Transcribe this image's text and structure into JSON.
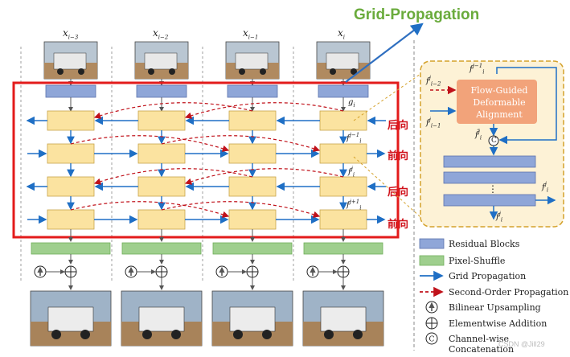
{
  "title": "Grid-Propagation",
  "frames": [
    {
      "label": "x",
      "sub": "i−3"
    },
    {
      "label": "x",
      "sub": "i−2"
    },
    {
      "label": "x",
      "sub": "i−1"
    },
    {
      "label": "x",
      "sub": "i"
    }
  ],
  "feature_labels": {
    "g": "g",
    "g_sub": "i",
    "f_top": "f",
    "f_top_sup": "j−1",
    "f_top_sub": "i",
    "f_mid": "f",
    "f_mid_sup": "j",
    "f_mid_sub": "i",
    "f_bot": "f",
    "f_bot_sup": "j+1",
    "f_bot_sub": "i"
  },
  "directions": [
    "后向",
    "前向",
    "后向",
    "前向"
  ],
  "detail": {
    "module_label": "Flow-Guided Deformable Alignment",
    "module_line1": "Flow-Guided",
    "module_line2": "Deformable",
    "module_line3": "Alignment",
    "in_top": "f",
    "in_top_sup": "j−1",
    "in_top_sub": "i",
    "in_a": "f",
    "in_a_sup": "j",
    "in_a_sub": "i−2",
    "in_b": "f",
    "in_b_sup": "j",
    "in_b_sub": "i−1",
    "hat": "f̂",
    "hat_sup": "j",
    "hat_sub": "i",
    "concat_symbol": "C",
    "dots": "⋮",
    "out_right": "f",
    "out_right_sup": "j",
    "out_right_sub": "i",
    "out_bottom": "f",
    "out_bottom_sup": "j",
    "out_bottom_sub": "i"
  },
  "legend": [
    {
      "label": "Residual Blocks",
      "icon": "blue-rectangle",
      "color": "#8fa6d8"
    },
    {
      "label": "Pixel-Shuffle",
      "icon": "green-rectangle",
      "color": "#9fcf8e"
    },
    {
      "label": "Grid Propagation",
      "icon": "blue-arrow",
      "color": "#1f6fc5"
    },
    {
      "label": "Second-Order Propagation",
      "icon": "red-dashed-arrow",
      "color": "#c0121b"
    },
    {
      "label": "Bilinear Upsampling",
      "icon": "up-arrow-circle"
    },
    {
      "label": "Elementwise Addition",
      "icon": "plus-circle"
    },
    {
      "label": "Channel-wise Concatenation",
      "icon": "c-circle"
    }
  ],
  "watermark": "CSDN @Jill29",
  "colors": {
    "residual": "#8fa6d8",
    "propagation_box": "#fbe3a0",
    "pixel_shuffle": "#9fcf8e",
    "grid_arrow": "#1f6fc5",
    "second_order": "#c0121b",
    "highlight_box": "#e31b1b",
    "detail_bg": "#fdf2d6",
    "detail_border": "#d4a12a",
    "fgda": "#f2a37a",
    "title": "#6aab3c"
  }
}
